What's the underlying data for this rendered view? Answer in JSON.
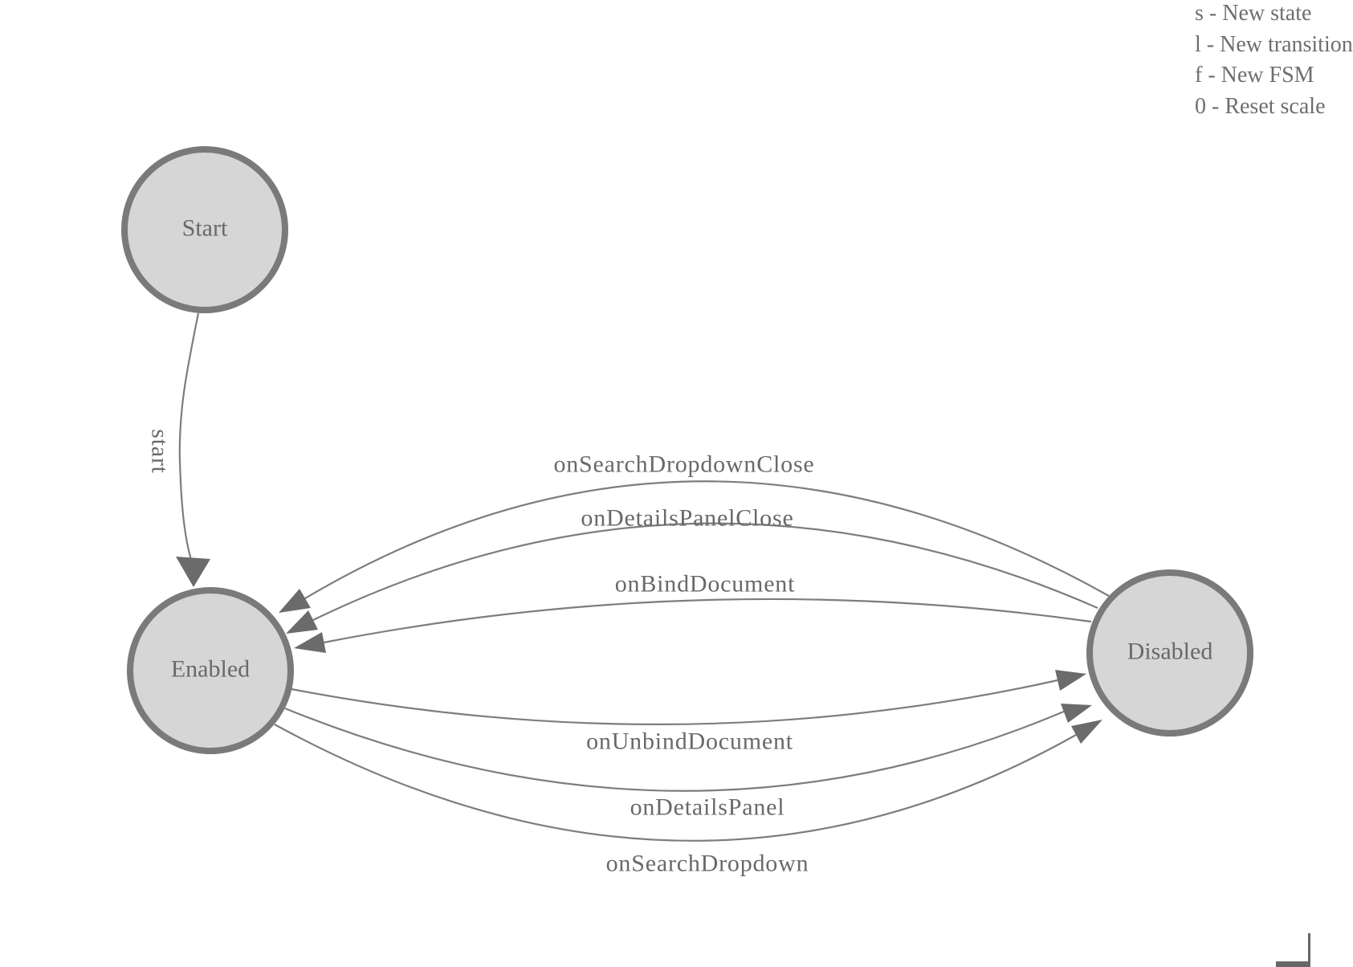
{
  "colors": {
    "background": "#ffffff",
    "node_fill": "#d6d6d6",
    "node_stroke": "#7a7a7a",
    "edge_stroke": "#7d7d7d",
    "arrow_fill": "#6b6b6b",
    "label_text": "#696969",
    "legend_text": "#6e6e6e"
  },
  "legend": {
    "lines": [
      "s - New state",
      "l - New transition",
      "f - New FSM",
      "0 - Reset scale"
    ]
  },
  "diagram": {
    "type": "finite-state-machine",
    "nodes": {
      "start": {
        "label": "Start"
      },
      "enabled": {
        "label": "Enabled"
      },
      "disabled": {
        "label": "Disabled"
      }
    },
    "edges": {
      "start_to_enabled": {
        "label": "start",
        "from": "Start",
        "to": "Enabled"
      },
      "on_search_dropdown_close": {
        "label": "onSearchDropdownClose",
        "from": "Disabled",
        "to": "Enabled"
      },
      "on_details_panel_close": {
        "label": "onDetailsPanelClose",
        "from": "Disabled",
        "to": "Enabled"
      },
      "on_bind_document": {
        "label": "onBindDocument",
        "from": "Disabled",
        "to": "Enabled"
      },
      "on_unbind_document": {
        "label": "onUnbindDocument",
        "from": "Enabled",
        "to": "Disabled"
      },
      "on_details_panel": {
        "label": "onDetailsPanel",
        "from": "Enabled",
        "to": "Disabled"
      },
      "on_search_dropdown": {
        "label": "onSearchDropdown",
        "from": "Enabled",
        "to": "Disabled"
      }
    }
  }
}
